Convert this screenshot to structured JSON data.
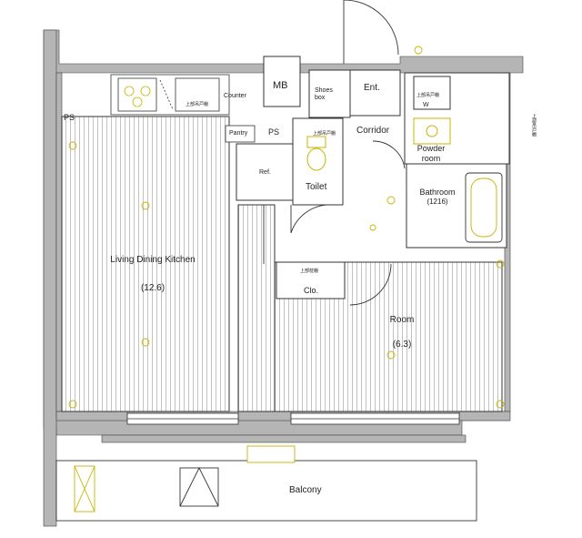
{
  "rooms": {
    "ldk": {
      "name": "Living Dining Kitchen",
      "area": "(12.6)"
    },
    "room": {
      "name": "Room",
      "area": "(6.3)"
    },
    "bathroom": {
      "name": "Bathroom",
      "area": "(1216)"
    },
    "powder": {
      "name": "Powder room"
    },
    "toilet": {
      "name": "Toilet"
    },
    "corridor": {
      "name": "Corridor"
    },
    "entrance": {
      "name": "Ent."
    },
    "balcony": {
      "name": "Balcony"
    }
  },
  "labels": {
    "mb": "MB",
    "ps_left": "PS",
    "ps_center": "PS",
    "pantry": "Pantry",
    "counter": "Counter",
    "shoes_box": "Shoes box",
    "clo": "Clo.",
    "ref": "Ref.",
    "washer": "W",
    "upper_cabinet_1": "上部吊戸棚",
    "upper_cabinet_2": "上部吊戸棚",
    "upper_cabinet_3": "上部吊戸棚",
    "upper_cabinet_4": "上部枕棚",
    "upper_cabinet_5": "上部吊戸棚"
  },
  "colors": {
    "wall": "#b5b5b5",
    "line": "#333333",
    "fixture": "#c8b400"
  }
}
